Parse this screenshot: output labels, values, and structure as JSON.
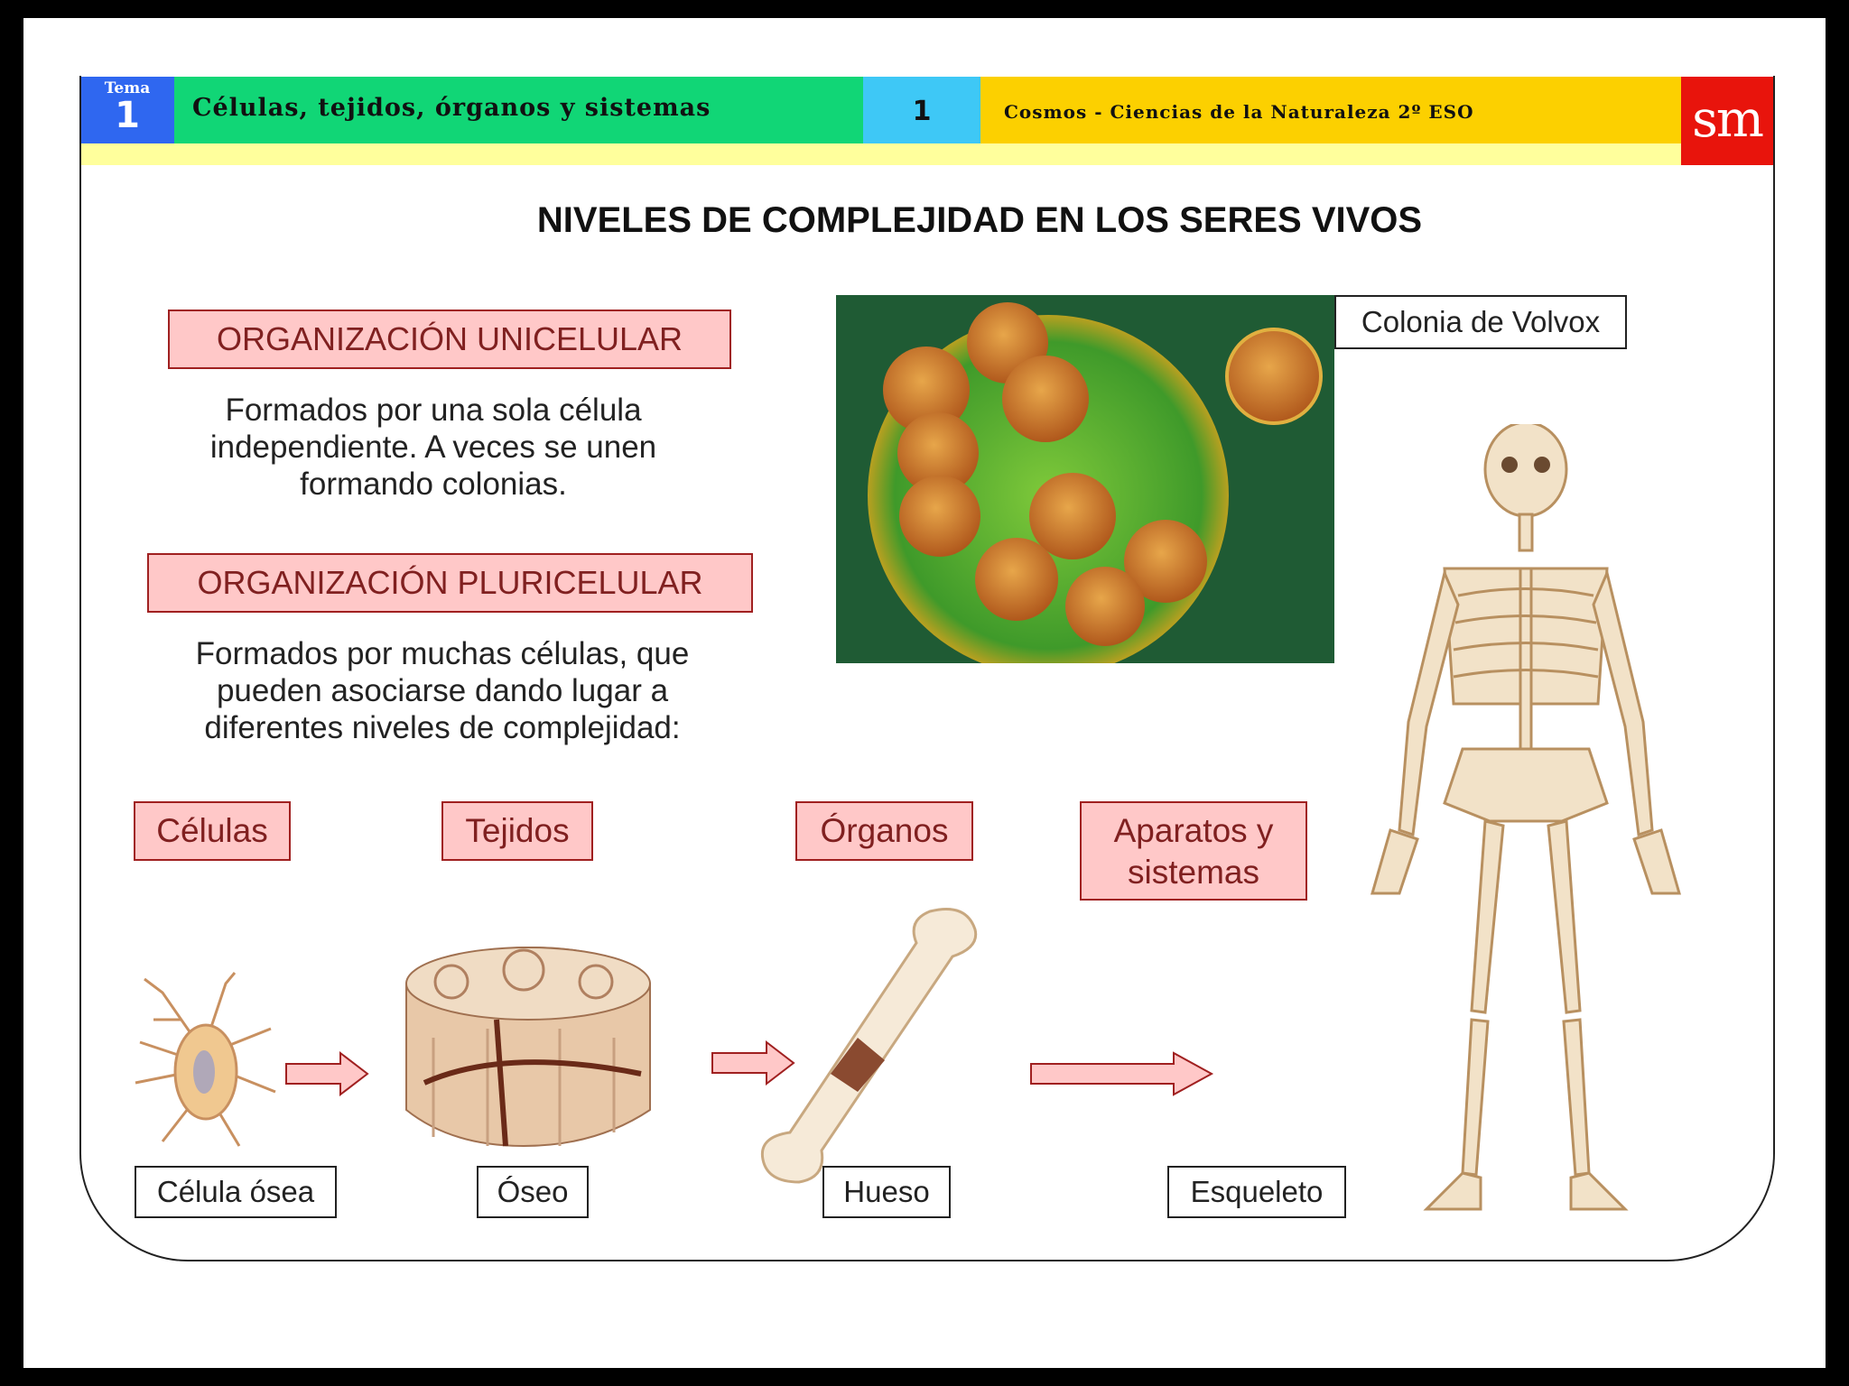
{
  "header": {
    "tema_label": "Tema",
    "tema_number": "1",
    "unit_title": "Células, tejidos, órganos y sistemas",
    "page_number": "1",
    "book_title": "Cosmos - Ciencias de la Naturaleza 2º ESO",
    "publisher_logo": "sm"
  },
  "main_title": "NIVELES DE COMPLEJIDAD EN LOS SERES VIVOS",
  "unicelular": {
    "heading": "ORGANIZACIÓN UNICELULAR",
    "lines": [
      "Formados por una sola célula",
      "independiente. A veces se unen",
      "formando colonias."
    ]
  },
  "pluricelular": {
    "heading": "ORGANIZACIÓN PLURICELULAR",
    "lines": [
      "Formados por muchas células, que",
      "pueden asociarse dando lugar a",
      "diferentes niveles de complejidad:"
    ]
  },
  "levels": [
    "Células",
    "Tejidos",
    "Órganos",
    "Aparatos y sistemas"
  ],
  "photo_caption": "Colonia de Volvox",
  "examples": [
    "Célula ósea",
    "Óseo",
    "Hueso",
    "Esqueleto"
  ],
  "colors": {
    "tema_blue": "#2f67f0",
    "title_green": "#11d676",
    "number_cyan": "#3ec8f6",
    "book_yellow": "#fcd000",
    "logo_red": "#e8140c",
    "box_pink": "#ffc8c8",
    "box_border": "#a02020"
  }
}
